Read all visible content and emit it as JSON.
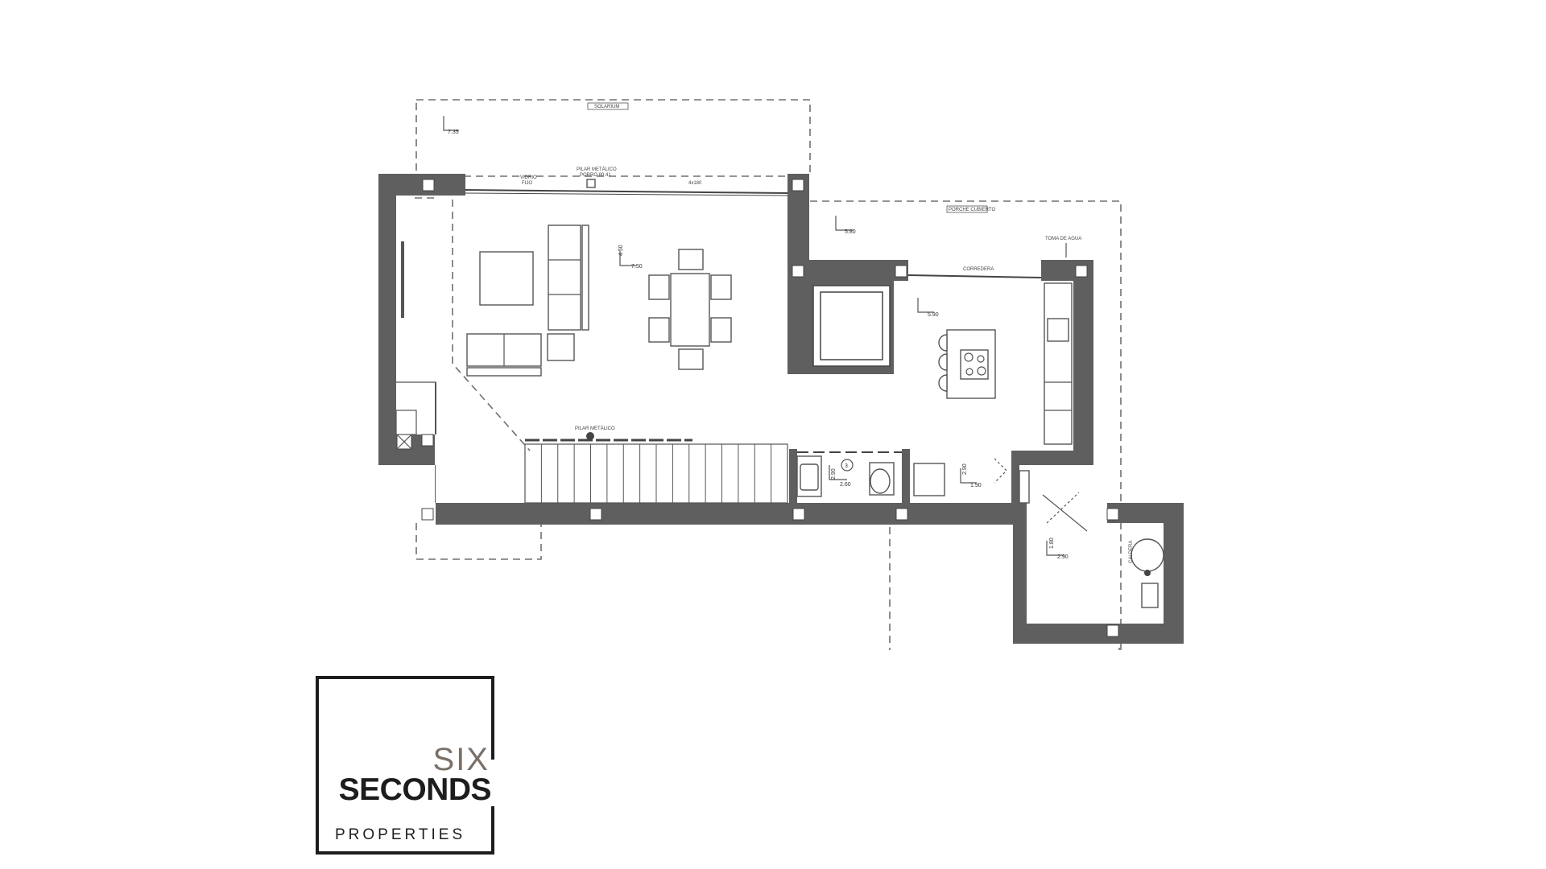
{
  "plan": {
    "labels": {
      "terrace_top": "SOLARIUM",
      "terrace_right": "PORCHE CUBIERTO",
      "pillar_top": "PILAR METÁLICO",
      "pillar_top_sub": "PORRO 80.41",
      "glazing_a": "VIDRIO",
      "glazing_a_sub": "FIJO",
      "width_top": "4x180",
      "pillar_mid": "PILAR METÁLICO",
      "water_intake": "TOMA DE AGUA",
      "kitchen_window": "CORREDERA",
      "bath_number": "3",
      "boiler": "CALDERA"
    },
    "levels": {
      "top_terrace": "7.35",
      "living": "7.50",
      "living_h": "4.50",
      "porch": "5.80",
      "kitchen": "5.90",
      "bath": "2.60",
      "bath_h": "2.90",
      "hall": "1.90",
      "hall_h": "2.90",
      "utility": "2.90",
      "utility_h": "1.80"
    }
  },
  "logo": {
    "line1": "SIX",
    "line2": "SECONDS",
    "line3": "PROPERTIES"
  }
}
